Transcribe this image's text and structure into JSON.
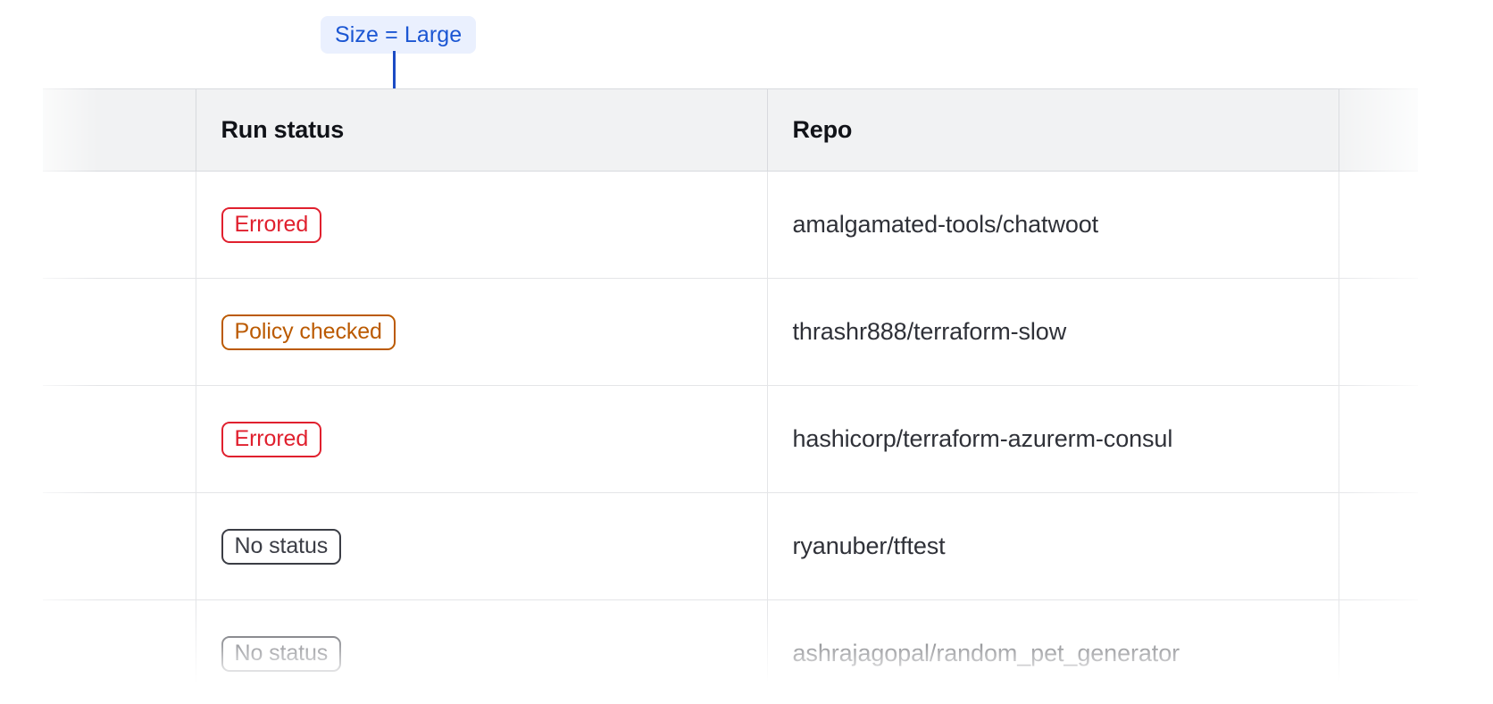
{
  "annotation": {
    "label": "Size = Large",
    "accent_color": "#1b4bc4",
    "badge_background": "#eaf0fe",
    "badge_text_color": "#1b56d3"
  },
  "table": {
    "columns": [
      {
        "key": "spacer_left",
        "label": ""
      },
      {
        "key": "run_status",
        "label": "Run status"
      },
      {
        "key": "repo",
        "label": "Repo"
      },
      {
        "key": "spacer_right",
        "label": ""
      }
    ],
    "rows": [
      {
        "run_status": "Errored",
        "status_variant": "errored",
        "repo": "amalgamated-tools/chatwoot"
      },
      {
        "run_status": "Policy checked",
        "status_variant": "policy-checked",
        "repo": "thrashr888/terraform-slow"
      },
      {
        "run_status": "Errored",
        "status_variant": "errored",
        "repo": "hashicorp/terraform-azurerm-consul"
      },
      {
        "run_status": "No status",
        "status_variant": "no-status",
        "repo": "ryanuber/tftest"
      },
      {
        "run_status": "No status",
        "status_variant": "no-status",
        "repo": "ashrajagopal/random_pet_generator"
      }
    ],
    "status_colors": {
      "errored": "#e0202e",
      "policy-checked": "#bb5a00",
      "no-status": "#3b3d45"
    },
    "header_background": "#f1f2f3",
    "header_text_color": "#111318",
    "body_text_color": "#2f3138",
    "border_color": "#e4e5e8"
  }
}
